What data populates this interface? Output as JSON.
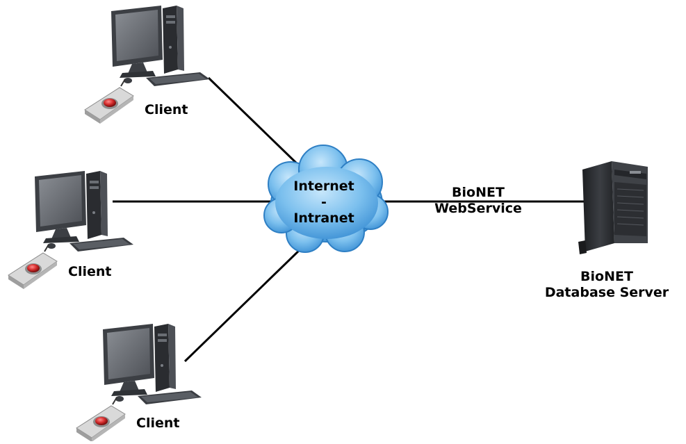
{
  "network": {
    "cloud_line1": "Internet",
    "cloud_line2": "-",
    "cloud_line3": "Intranet"
  },
  "clients": [
    {
      "label": "Client"
    },
    {
      "label": "Client"
    },
    {
      "label": "Client"
    }
  ],
  "service": {
    "line1": "BioNET",
    "line2": "WebService"
  },
  "server": {
    "line1": "BioNET",
    "line2": "Database Server"
  },
  "colors": {
    "link": "#000000",
    "cloud_fill": "#6fb6e8",
    "cloud_edge": "#2e7fc4",
    "monitor": "#4a4d52",
    "screen": "#6e7278",
    "scanner_body": "#c9c9c9",
    "scanner_button": "#d22a2a",
    "server": "#2b2d30"
  },
  "icons": [
    "desktop-computer-icon",
    "fingerprint-scanner-icon",
    "cloud-icon",
    "tower-server-icon"
  ]
}
